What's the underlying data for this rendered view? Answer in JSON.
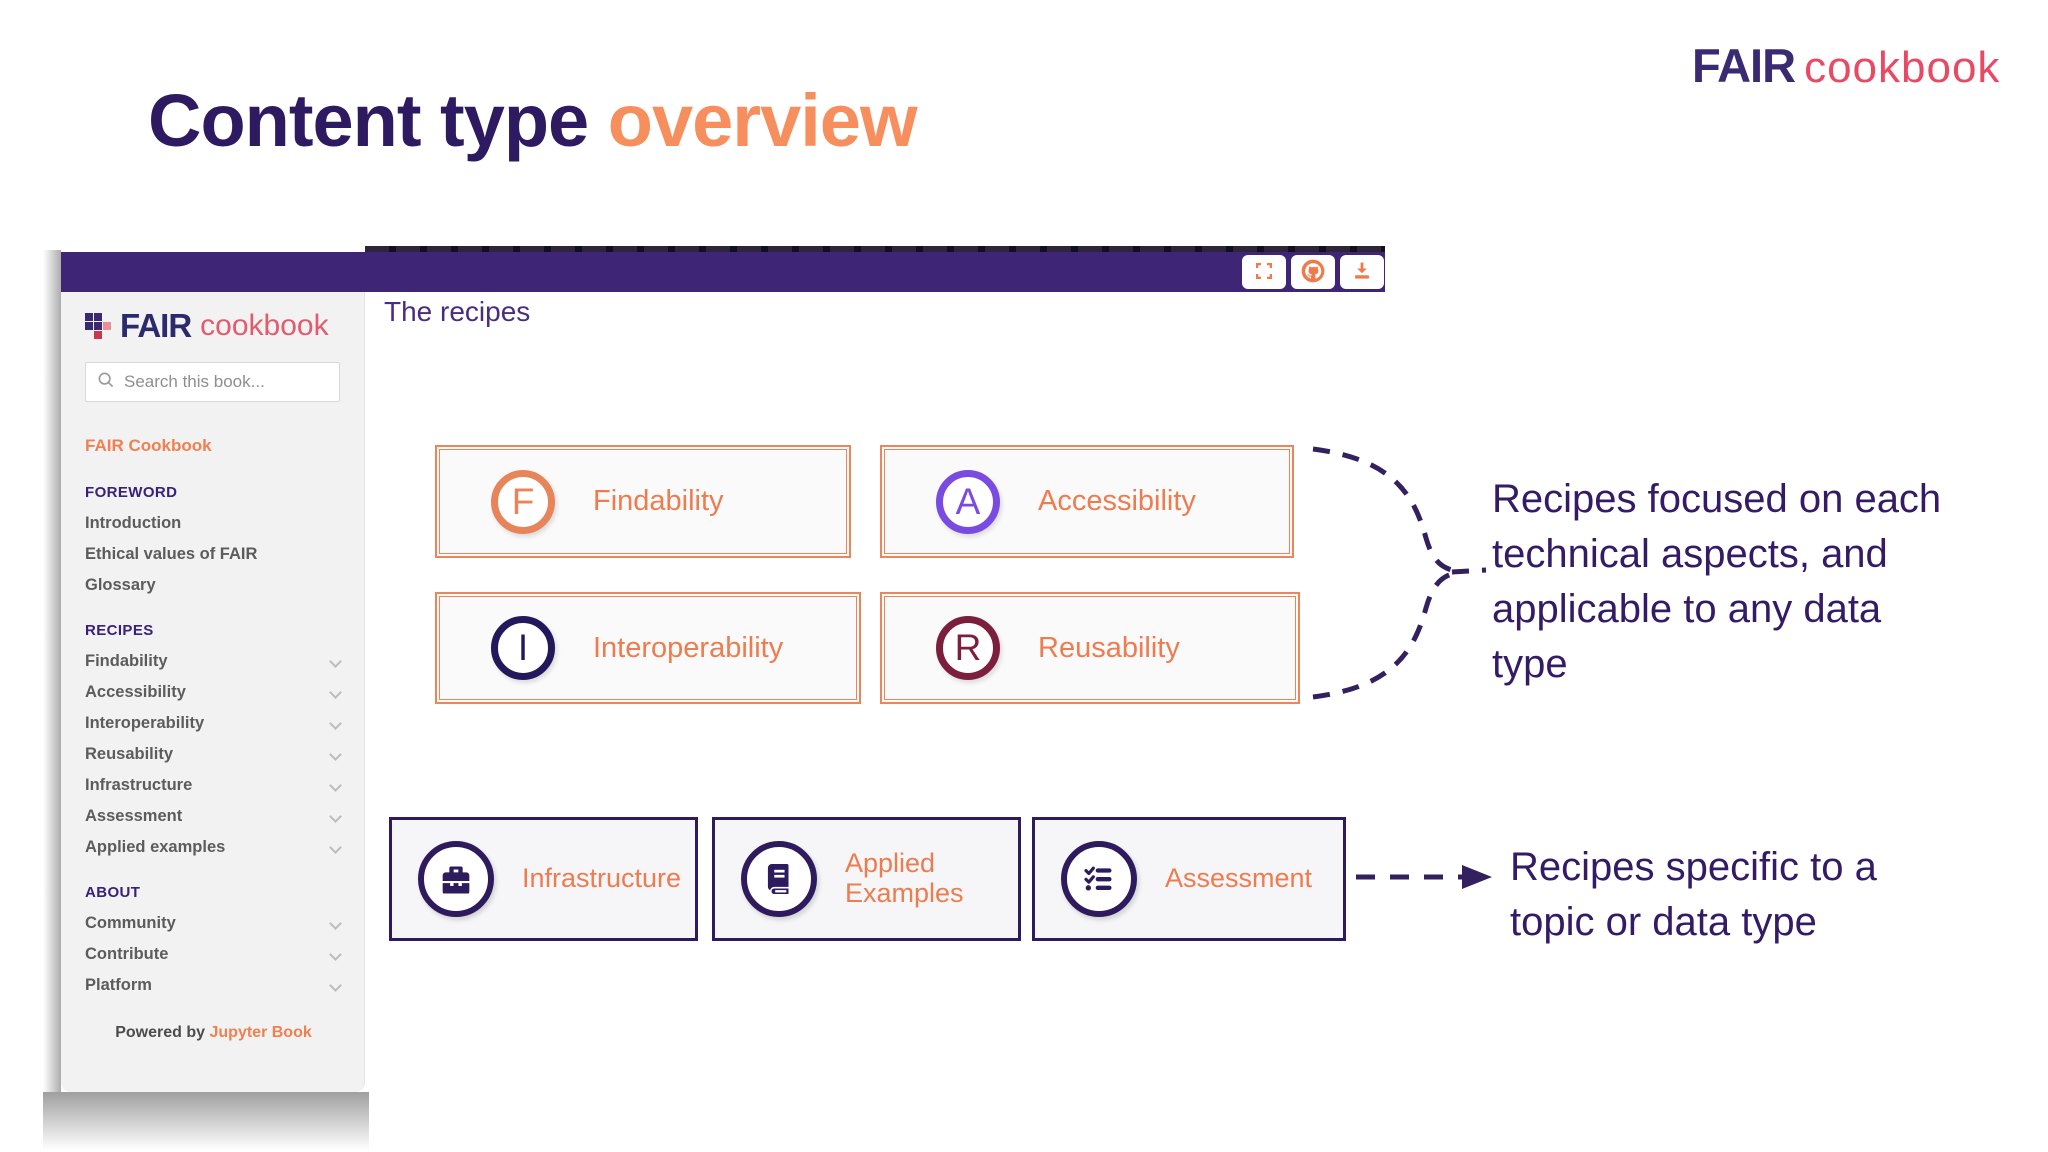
{
  "title": {
    "main": "Content type",
    "accent": "overview"
  },
  "brand_logo": {
    "fair": "FAIR",
    "cookbook": "cookbook"
  },
  "window": {
    "page_title": "The recipes",
    "toolbar": {
      "buttons": [
        {
          "icon": "fullscreen-icon"
        },
        {
          "icon": "github-icon"
        },
        {
          "icon": "download-icon"
        }
      ]
    },
    "sidebar": {
      "logo": {
        "fair": "FAIR",
        "cookbook": "cookbook"
      },
      "search": {
        "placeholder": "Search this book..."
      },
      "root_link": "FAIR Cookbook",
      "sections": [
        {
          "heading": "FOREWORD",
          "items": [
            {
              "label": "Introduction",
              "chevron": false
            },
            {
              "label": "Ethical values of FAIR",
              "chevron": false
            },
            {
              "label": "Glossary",
              "chevron": false
            }
          ]
        },
        {
          "heading": "RECIPES",
          "items": [
            {
              "label": "Findability",
              "chevron": true
            },
            {
              "label": "Accessibility",
              "chevron": true
            },
            {
              "label": "Interoperability",
              "chevron": true
            },
            {
              "label": "Reusability",
              "chevron": true
            },
            {
              "label": "Infrastructure",
              "chevron": true
            },
            {
              "label": "Assessment",
              "chevron": true
            },
            {
              "label": "Applied examples",
              "chevron": true
            }
          ]
        },
        {
          "heading": "ABOUT",
          "items": [
            {
              "label": "Community",
              "chevron": true
            },
            {
              "label": "Contribute",
              "chevron": true
            },
            {
              "label": "Platform",
              "chevron": true
            }
          ]
        }
      ],
      "footer": {
        "prefix": "Powered by",
        "link": "Jupyter Book"
      }
    },
    "fair_boxes": [
      {
        "letter": "F",
        "label": "Findability",
        "color": "#e8845a"
      },
      {
        "letter": "A",
        "label": "Accessibility",
        "color": "#7a4be0"
      },
      {
        "letter": "I",
        "label": "Interoperability",
        "color": "#23195a"
      },
      {
        "letter": "R",
        "label": "Reusability",
        "color": "#7c1f3d"
      }
    ],
    "topic_boxes": [
      {
        "icon": "toolbox-icon",
        "label": "Infrastructure"
      },
      {
        "icon": "book-icon",
        "label": "Applied Examples"
      },
      {
        "icon": "checklist-icon",
        "label": "Assessment"
      }
    ]
  },
  "annotations": {
    "technical_note": "Recipes focused on each technical aspects, and applicable to any data type",
    "topic_note": "Recipes specific to a topic or data type"
  },
  "colors": {
    "title_purple": "#2e1a61",
    "accent_orange": "#f78e5e",
    "header_purple": "#3e2575",
    "link_orange": "#ee7e50",
    "annotation_purple": "#341b66",
    "brand_pink": "#e84a63",
    "box_border_orange": "#e8875c",
    "box_border_purple": "#2e1b5e"
  }
}
